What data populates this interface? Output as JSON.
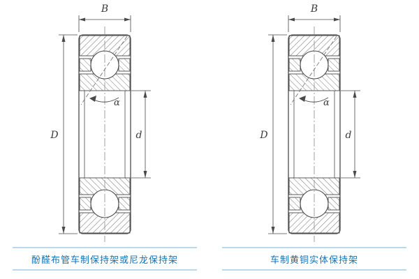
{
  "page": {
    "background": "#ffffff"
  },
  "colors": {
    "drawing_line": "#4a4a4a",
    "hatch_line": "#777777",
    "caption_text": "#1273b8",
    "caption_rule": "#b9d9ee"
  },
  "diagrams": [
    {
      "labels": {
        "width": "B",
        "outer_diameter": "D",
        "bore": "d",
        "angle": "α"
      },
      "caption": "酚醛布管车制保持架或尼龙保持架"
    },
    {
      "labels": {
        "width": "B",
        "outer_diameter": "D",
        "bore": "d",
        "angle": "α"
      },
      "caption": "车制黄铜实体保持架"
    }
  ]
}
